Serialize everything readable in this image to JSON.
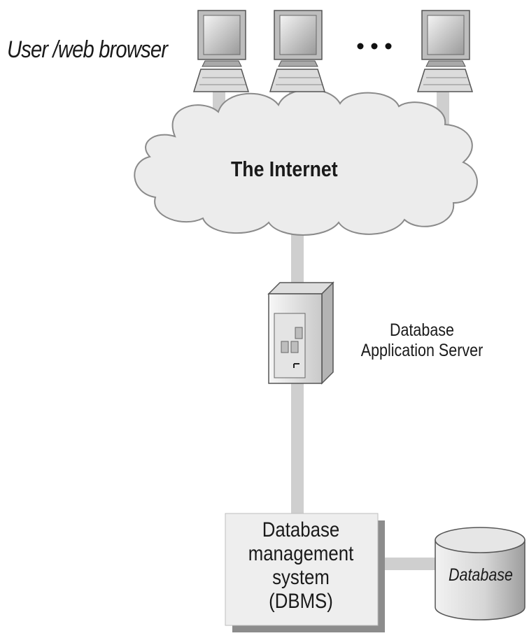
{
  "labels": {
    "user": "User /web browser",
    "ellipsis": "• • •",
    "internet": "The Internet",
    "server_line1": "Database",
    "server_line2": "Application Server",
    "dbms_line1": "Database",
    "dbms_line2": "management",
    "dbms_line3": "system",
    "dbms_line4": "(DBMS)",
    "database": "Database"
  },
  "colors": {
    "connector": "#cfcfcf",
    "cloud_fill": "#ececec",
    "cloud_stroke": "#8a8a8a",
    "box_fill": "#eeeeee",
    "shadow": "#8c8c8c",
    "outline": "#444444"
  },
  "icons": [
    "computer-icon",
    "computer-icon",
    "computer-icon",
    "server-tower-icon",
    "database-cylinder-icon",
    "internet-cloud-icon"
  ]
}
